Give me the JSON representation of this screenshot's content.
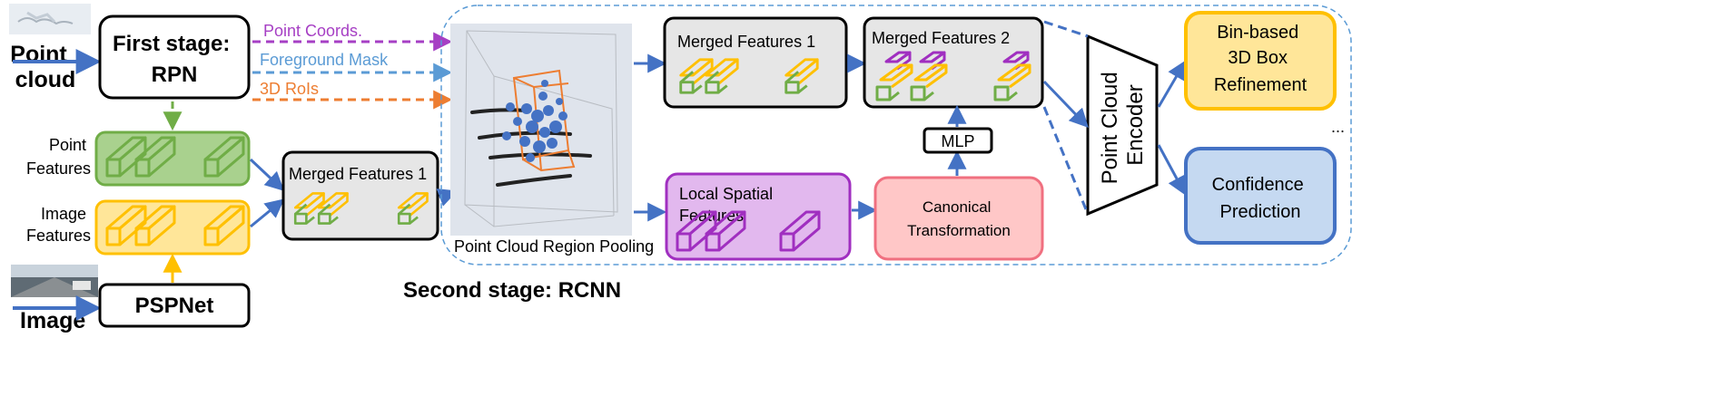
{
  "inputs": {
    "point_cloud_label": [
      "Point",
      "cloud"
    ],
    "image_label": "Image"
  },
  "stage1": {
    "rpn_label": [
      "First stage:",
      "RPN"
    ],
    "pspnet_label": "PSPNet",
    "point_features_label": [
      "Point",
      "Features"
    ],
    "image_features_label": [
      "Image",
      "Features"
    ]
  },
  "arrows": {
    "point_coords": "Point Coords.",
    "foreground_mask": "Foreground Mask",
    "rois": "3D RoIs"
  },
  "stage2": {
    "title": "Second stage: RCNN",
    "merged_features_1_left": "Merged Features 1",
    "pooling_label": "Point Cloud Region Pooling",
    "merged_features_1_right": "Merged Features 1",
    "merged_features_2": "Merged Features 2",
    "local_spatial_features": [
      "Local Spatial",
      "Features"
    ],
    "canonical_transformation": [
      "Canonical",
      "Transformation"
    ],
    "mlp": "MLP",
    "encoder": [
      "Point Cloud",
      "Encoder"
    ],
    "refinement": [
      "Bin-based",
      "3D Box",
      "Refinement"
    ],
    "confidence": [
      "Confidence",
      "Prediction"
    ],
    "ellipsis": "..."
  },
  "colors": {
    "arrow_blue": "#4472c4",
    "point_coords_purple": "#a63fc4",
    "foreground_mask_blue": "#5b9bd5",
    "rois_orange": "#ed7d31",
    "green_fill": "#a9d18e",
    "green_stroke": "#70ad47",
    "yellow_fill": "#ffe699",
    "yellow_stroke": "#ffc000",
    "purple_fill": "#e2b8ee",
    "purple_stroke": "#a02fc0",
    "pink_fill": "#ffc7c7",
    "pink_stroke": "#f07080",
    "blue_fill": "#c5d9f1",
    "blue_stroke": "#4472c4",
    "gray_fill": "#e6e6e6"
  }
}
